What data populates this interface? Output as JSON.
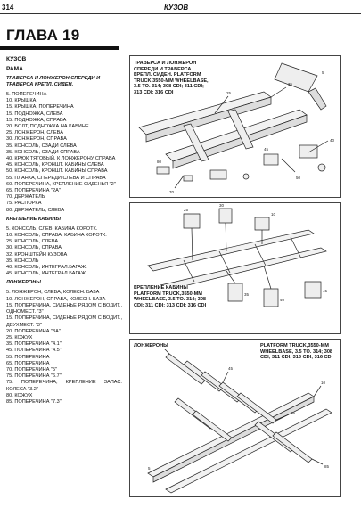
{
  "header": {
    "page_number": "314",
    "section_tag": "КУЗОВ"
  },
  "chapter": {
    "title": "ГЛАВА 19"
  },
  "left_column": {
    "section_title": "КУЗОВ",
    "frame_title": "РАМА",
    "group1_title": "ТРАВЕРСА И ЛОНЖЕРОН СПЕРЕДИ И ТРАВЕРСА КРЕПЛ. СИДЕН.",
    "group1_items": [
      "5. ПОПЕРЕЧИНА",
      "10. КРЫШКА",
      "15. КРЫШКА, ПОПЕРЕЧИНА",
      "15. ПОДНОЖКА, СЛЕВА",
      "15. ПОДНОЖКА, СПРАВА",
      "20. БОЛТ, ПОДНОЖКА НА КАБИНЕ",
      "25. ЛОНЖЕРОН, СЛЕВА",
      "30. ЛОНЖЕРОН, СПРАВА",
      "35. КОНСОЛЬ, СЗАДИ СЛЕВА",
      "35. КОНСОЛЬ, СЗАДИ СПРАВА",
      "40. КРЮК ТЯГОВЫЙ, К ЛОНЖЕРОНУ СПРАВА",
      "45. КОНСОЛЬ, КРОНШТ. КАБИНЫ СЛЕВА",
      "50. КОНСОЛЬ, КРОНШТ. КАБИНЫ СПРАВА",
      "55. ПЛАНКА, СПЕРЕДИ СЛЕВА И СПРАВА",
      "60. ПОПЕРЕЧИНА, КРЕПЛЕНИЕ СИДЕНЬЯ \"2\"",
      "65. ПОПЕРЕЧИНА \"2А\"",
      "70. ДЕРЖАТЕЛЬ",
      "75. РАСПОРКА",
      "80. ДЕРЖАТЕЛЬ, СЛЕВА"
    ],
    "group2_title": "КРЕПЛЕНИЕ КАБИНЫ",
    "group2_items": [
      "5. КОНСОЛЬ, СЛЕВ, КАБИНА КОРОТК.",
      "10. КОНСОЛЬ, СПРАВА, КАБИНА КОРОТК.",
      "25. КОНСОЛЬ, СЛЕВА",
      "30. КОНСОЛЬ, СПРАВА",
      "32. КРОНШТЕЙН КУЗОВА",
      "35. КОНСОЛЬ",
      "40. КОНСОЛЬ, ИНТЕГРАЛ.БАГАЖ.",
      "45. КОНСОЛЬ, ИНТЕГРАЛ.БАГАЖ."
    ],
    "group3_title": "ЛОНЖЕРОНЫ",
    "group3_items": [
      "5. ЛОНЖЕРОН, СЛЕВА, КОЛЕСН. БАЗА",
      "10. ЛОНЖЕРОН, СПРАВА, КОЛЕСН. БАЗА",
      "15. ПОПЕРЕЧИНА, СИДЕНЬЕ РЯДОМ С ВОДИТ., ОДНОМЕСТ. \"3\"",
      "15. ПОПЕРЕЧИНА, СИДЕНЬЕ РЯДОМ С ВОДИТ., ДВУХМЕСТ. \"3\"",
      "20. ПОПЕРЕЧИНА \"3А\"",
      "25. КОЖУХ",
      "35. ПОПЕРЕЧИНА \"4.1\"",
      "45. ПОПЕРЕЧИНА \"4.5\"",
      "55. ПОПЕРЕЧИНА",
      "65. ПОПЕРЕЧИНА",
      "70. ПОПЕРЕЧИНА \"5\"",
      "75. ПОПЕРЕЧИНА \"6.7\"",
      "75. ПОПЕРЕЧИНА, КРЕПЛЕНИЕ ЗАПАС. КОЛЕСА \"3.2\"",
      "80. КОЖУХ",
      "85. ПОПЕРЕЧИНА \"7.3\""
    ]
  },
  "panels": {
    "panel1_caption": "ТРАВЕРСА И ЛОНЖЕРОН СПЕРЕДИ И ТРАВЕРСА КРЕПЛ. СИДЕН. PLATFORM TRUCK,3550-MM WHEELBASE, 3.5 TO. 314; 308 CDI; 311 CDI; 313 CDI; 316 CDI",
    "panel2_caption": "КРЕПЛЕНИЕ КАБИНЫ PLATFORM TRUCK,3550-MM WHEELBASE, 3.5 TO. 314; 308 CDI; 311 CDI; 313 CDI; 316 CDI",
    "panel3_title": "ЛОНЖЕРОНЫ",
    "panel3_caption": "PLATFORM TRUCK,3550-MM WHEELBASE, 3.5 TO. 314; 308 CDI; 311 CDI; 313 CDI; 316 CDI"
  }
}
